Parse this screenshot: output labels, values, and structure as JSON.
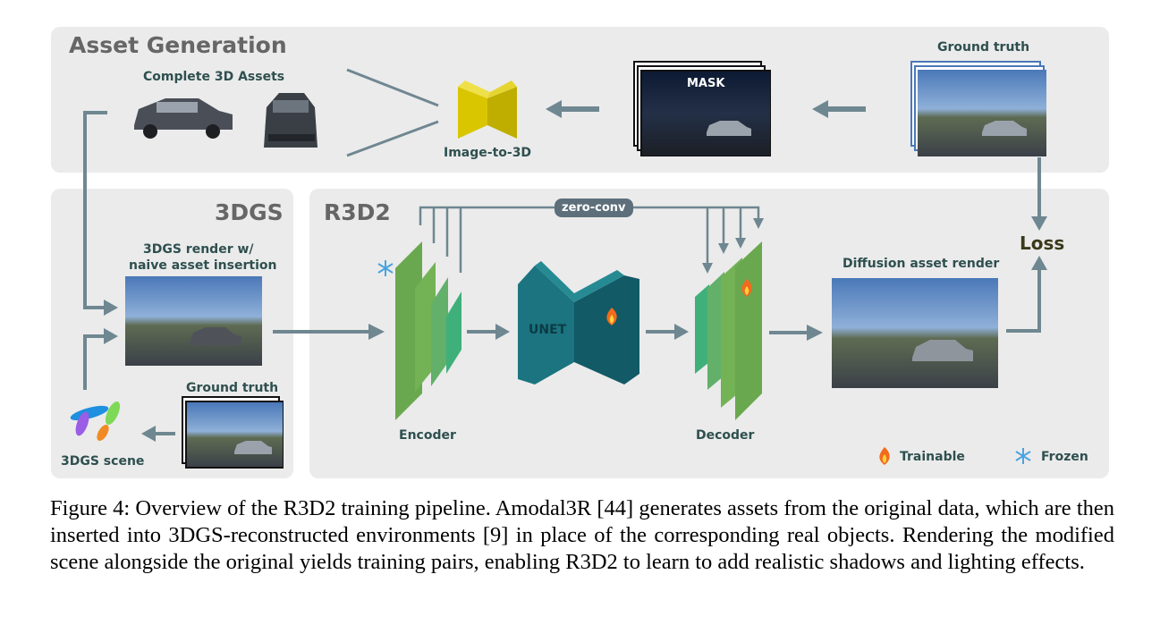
{
  "panels": {
    "asset_generation": "Asset Generation",
    "gs3d": "3DGS",
    "r3d2": "R3D2"
  },
  "labels": {
    "complete_assets": "Complete 3D Assets",
    "image_to_3d": "Image-to-3D",
    "mask": "MASK",
    "ground_truth_top": "Ground truth",
    "gs_render_line1": "3DGS render w/",
    "gs_render_line2": "naive asset insertion",
    "ground_truth_bottom": "Ground truth",
    "gs_scene": "3DGS scene",
    "zero_conv": "zero-conv",
    "unet": "UNET",
    "encoder": "Encoder",
    "decoder": "Decoder",
    "diffusion_render": "Diffusion asset render",
    "loss": "Loss",
    "legend_trainable": "Trainable",
    "legend_frozen": "Frozen"
  },
  "icons": {
    "trainable": "fire-icon",
    "frozen": "snowflake-icon"
  },
  "colors": {
    "arrow": "#6f8791",
    "panel_bg": "#ebebeb",
    "encoder_green": "#6aa84f",
    "unet_teal": "#1d6b78",
    "image_to_3d_yellow": "#d4c000"
  },
  "caption": "Figure 4: Overview of the R3D2 training pipeline. Amodal3R [44] generates assets from the original data, which are then inserted into 3DGS-reconstructed environments [9] in place of the corresponding real objects. Rendering the modified scene alongside the original yields training pairs, enabling R3D2 to learn to add realistic shadows and lighting effects."
}
